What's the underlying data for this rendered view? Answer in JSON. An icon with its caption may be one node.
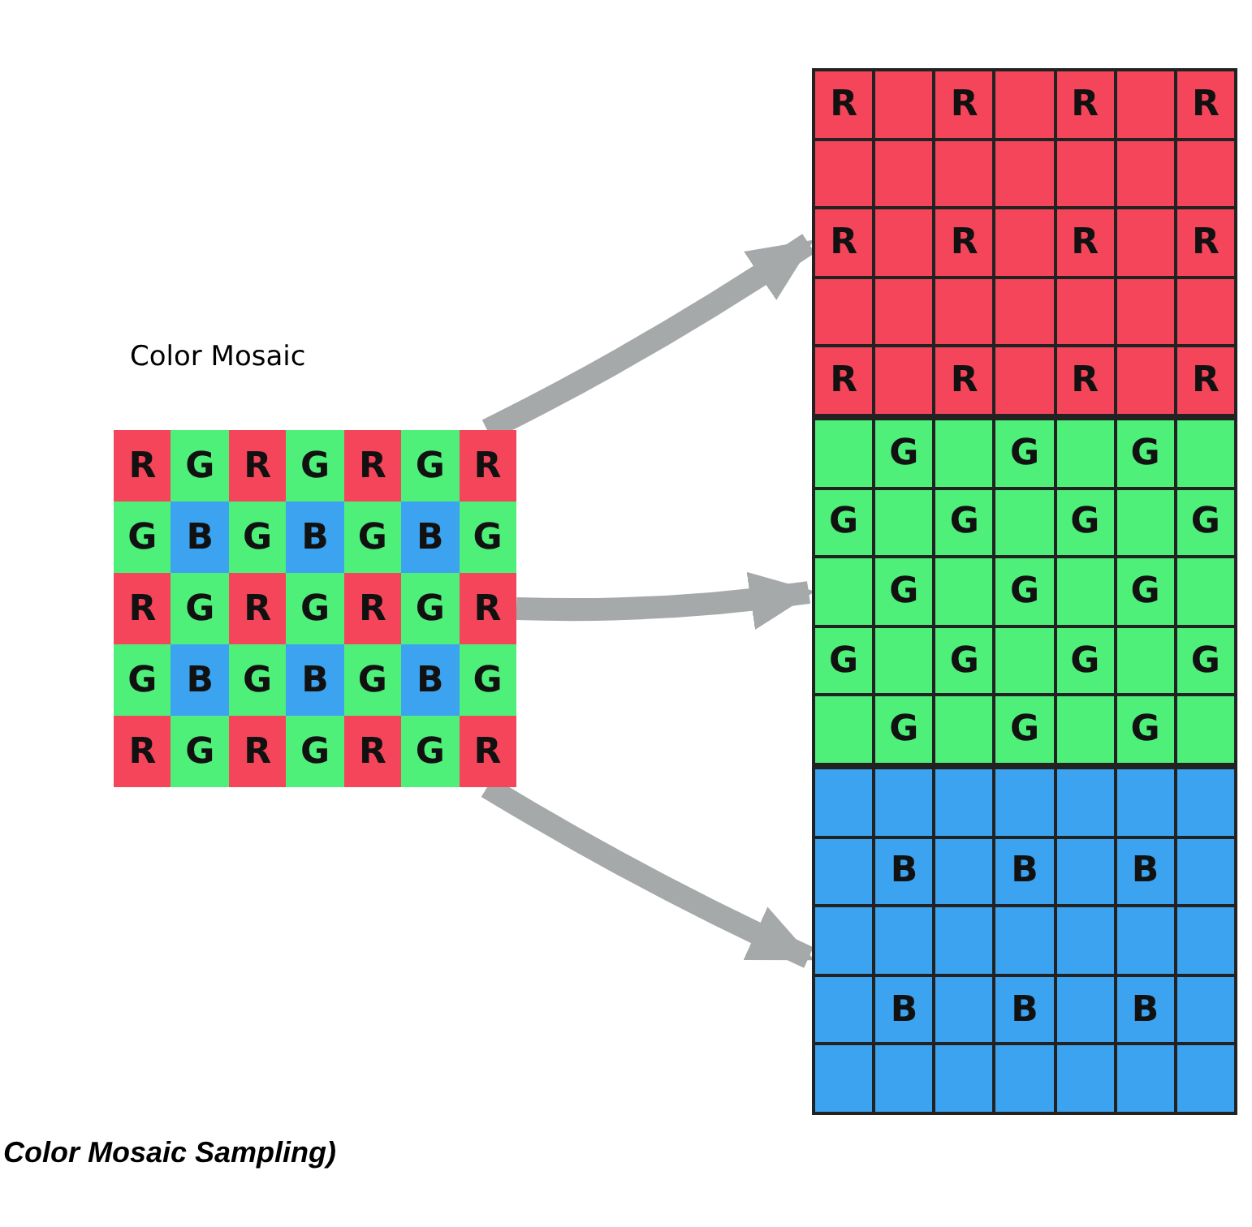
{
  "diagram": {
    "caption": "Color Mosaic Sampling)",
    "nodes": [
      {
        "text": [
          "R",
          "G",
          "R",
          "G",
          "R",
          "G",
          "R",
          "G",
          "B",
          "G",
          "B",
          "G",
          "B",
          "G",
          "R",
          "G",
          "R",
          "G",
          "R",
          "G",
          "R",
          "G",
          "B",
          "G",
          "B",
          "G",
          "B",
          "G",
          "R",
          "G",
          "R",
          "G",
          "R",
          "G",
          "R"
        ]
      },
      {
        "text": [
          "R",
          "R",
          "R",
          "R",
          "R",
          "R",
          "R",
          "R",
          "R",
          "R",
          "R",
          "R"
        ]
      },
      {
        "text": [
          "G",
          "G",
          "G",
          "G",
          "G",
          "G",
          "G",
          "G",
          "G",
          "G",
          "G",
          "G",
          "G",
          "G",
          "G",
          "G",
          "G"
        ]
      },
      {
        "text": [
          "B",
          "B",
          "B",
          "B",
          "B",
          "B"
        ]
      }
    ],
    "edges": [
      {
        "from": 0,
        "to": 1,
        "arrow": "to"
      },
      {
        "from": 0,
        "to": 2,
        "arrow": "to"
      },
      {
        "from": 0,
        "to": 3,
        "arrow": "to"
      }
    ],
    "labels": [
      "Color Mosaic"
    ]
  }
}
